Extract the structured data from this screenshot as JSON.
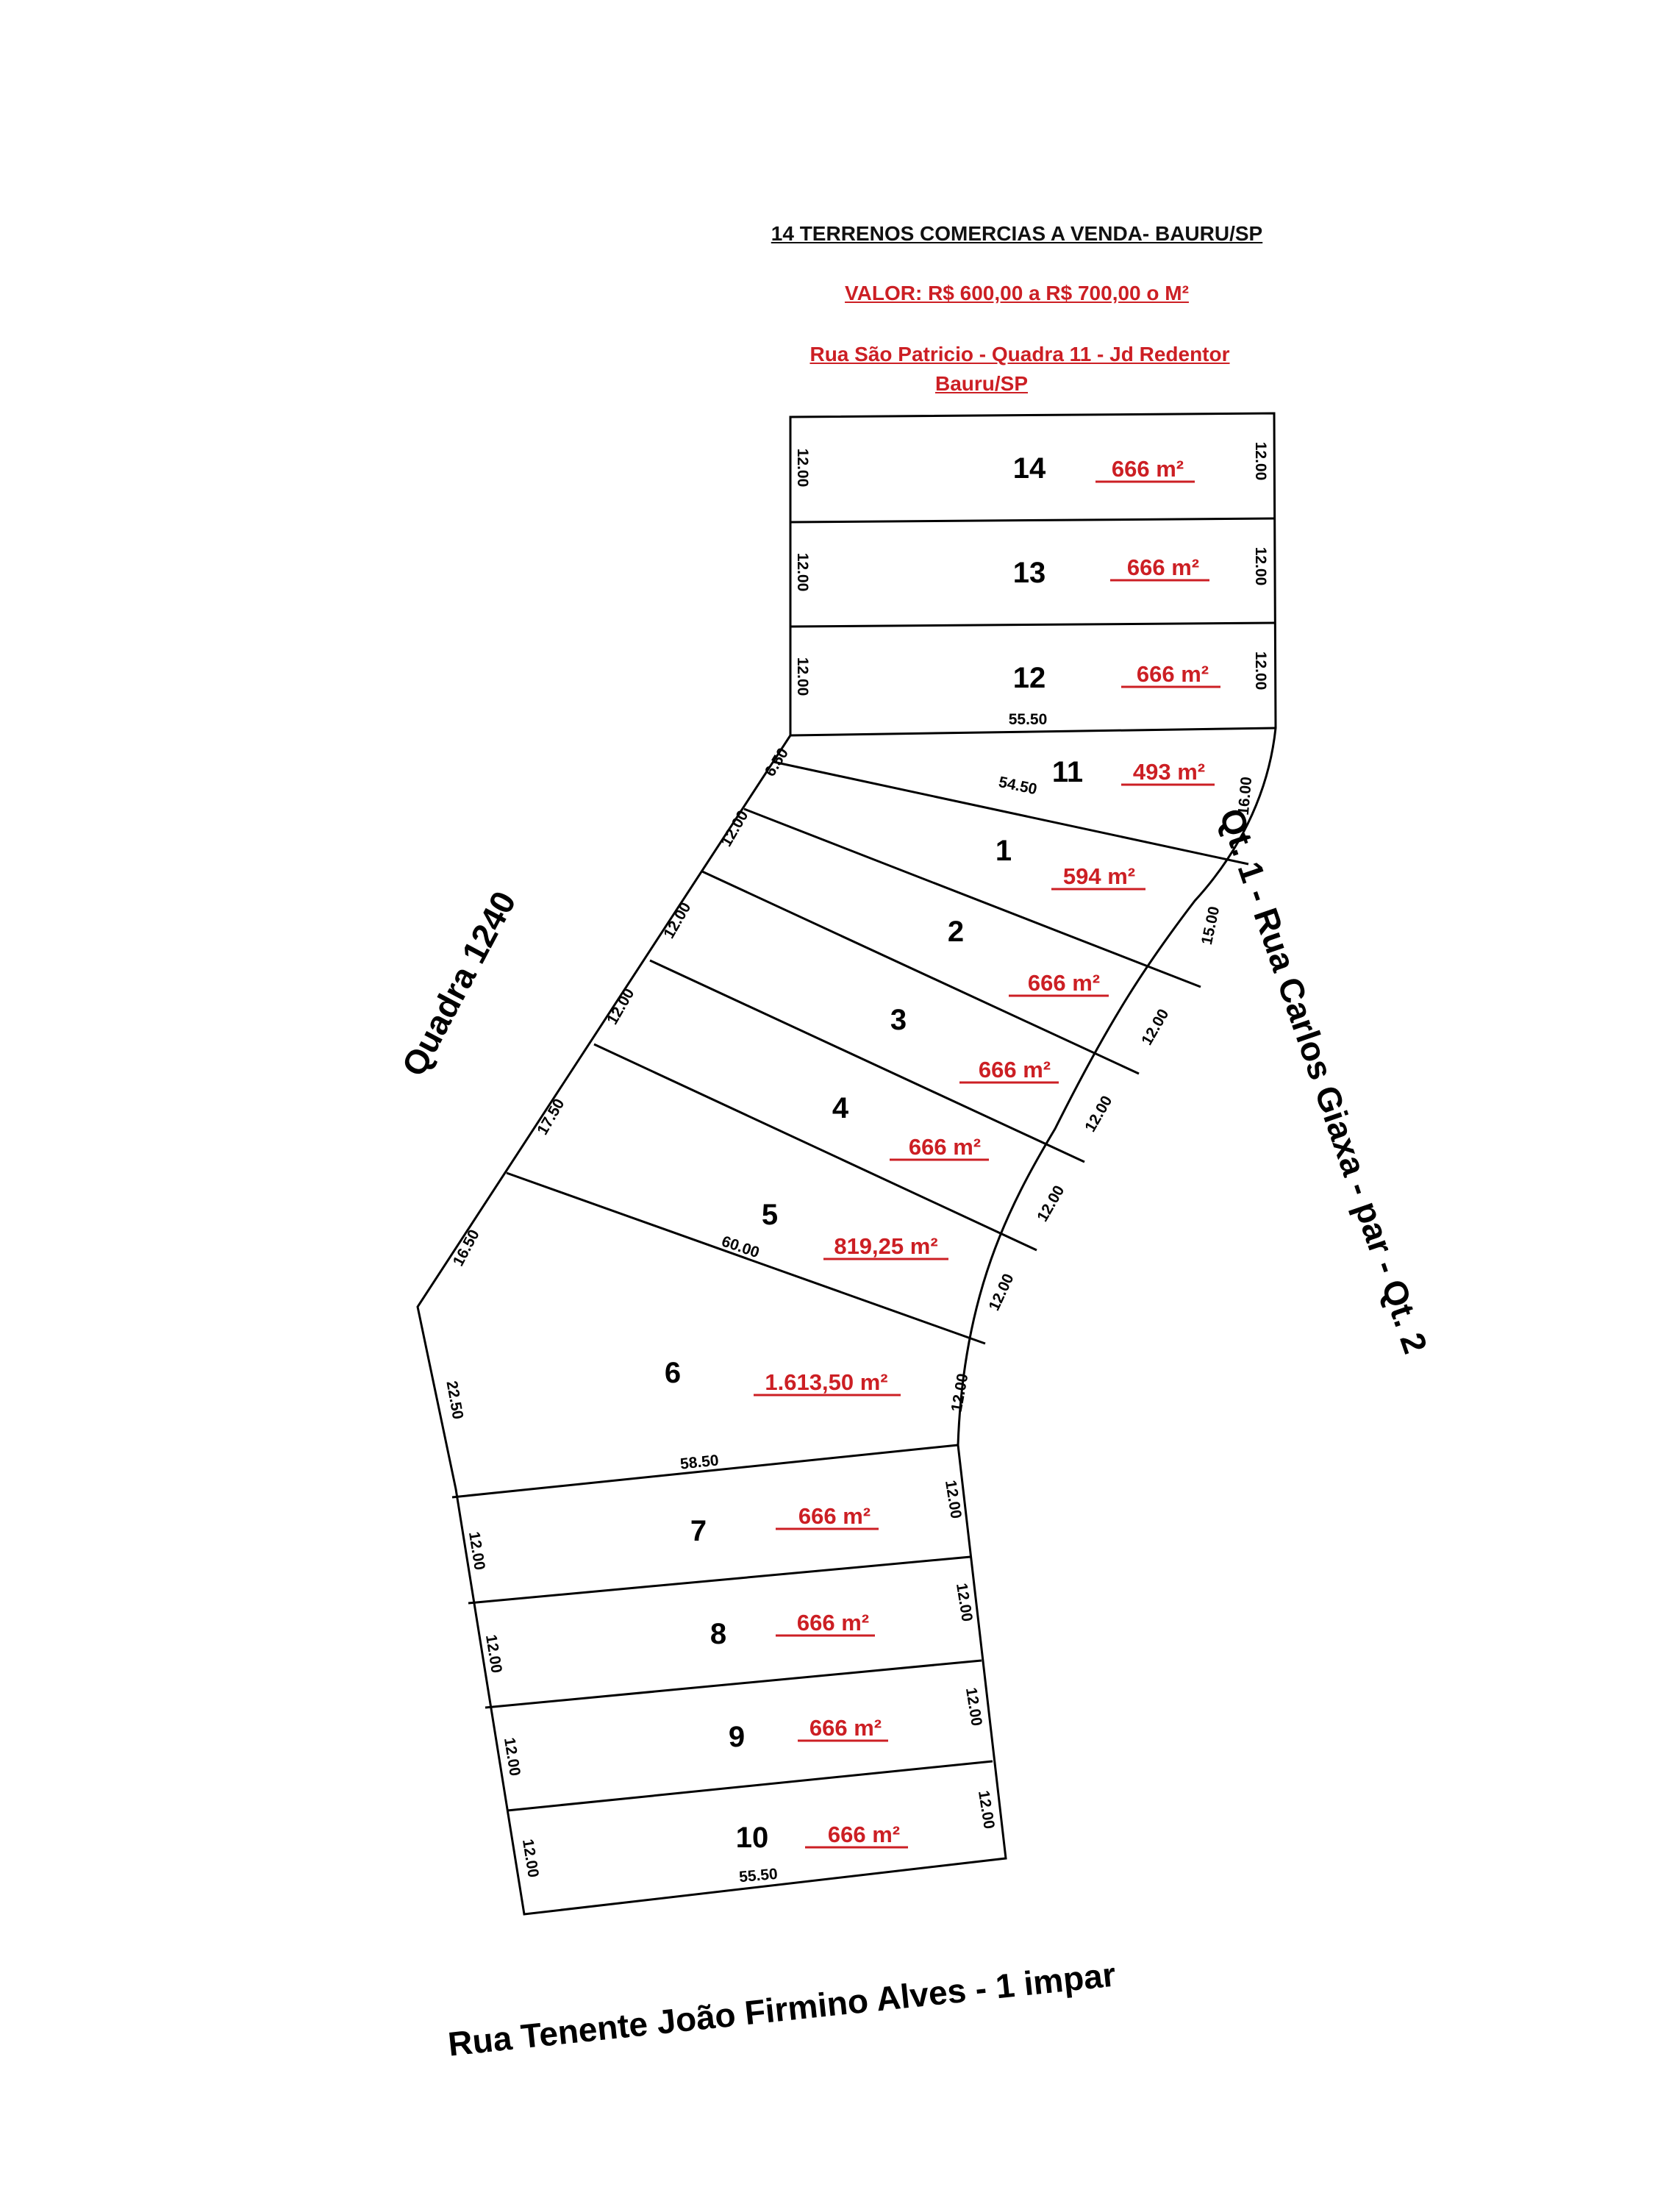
{
  "header": {
    "title": "14 TERRENOS COMERCIAS A VENDA- BAURU/SP",
    "price": "VALOR:  R$ 600,00 a  R$ 700,00 o  M²",
    "address_line1": "Rua São Patricio - Quadra 11 - Jd Redentor",
    "address_line2": "Bauru/SP"
  },
  "streets": {
    "left": "Quadra 1240",
    "right": "Qt. 1 - Rua Carlos Giaxa - par - Qt. 2",
    "bottom": "Rua Tenente João Firmino Alves - 1 impar"
  },
  "lots": [
    {
      "number": "14",
      "area": "666  m²"
    },
    {
      "number": "13",
      "area": "666  m²"
    },
    {
      "number": "12",
      "area": "666  m²"
    },
    {
      "number": "11",
      "area": "493  m²"
    },
    {
      "number": "1",
      "area": "594  m²"
    },
    {
      "number": "2",
      "area": "666  m²"
    },
    {
      "number": "3",
      "area": "666  m²"
    },
    {
      "number": "4",
      "area": "666  m²"
    },
    {
      "number": "5",
      "area": "819,25  m²"
    },
    {
      "number": "6",
      "area": "1.613,50  m²"
    },
    {
      "number": "7",
      "area": "666  m²"
    },
    {
      "number": "8",
      "area": "666  m²"
    },
    {
      "number": "9",
      "area": "666  m²"
    },
    {
      "number": "10",
      "area": "666  m²"
    }
  ],
  "dimensions": {
    "d_14_left": "12.00",
    "d_14_right": "12.00",
    "d_13_left": "12.00",
    "d_13_right": "12.00",
    "d_12_left": "12.00",
    "d_12_right": "12.00",
    "d_12_bottom": "55.50",
    "d_11_left": "6.50",
    "d_11_bottom": "54.50",
    "d_11_right": "16.00",
    "d_1_left": "12.00",
    "d_1_right": "15.00",
    "d_2_left": "12.00",
    "d_2_right": "12.00",
    "d_3_left": "12.00",
    "d_3_right": "12.00",
    "d_4_left": "17.50",
    "d_4_right": "12.00",
    "d_5_left": "16.50",
    "d_5_bottom": "60.00",
    "d_5_right": "12.00",
    "d_6_left": "22.50",
    "d_6_bottom": "58.50",
    "d_6_right": "12.00",
    "d_7_left": "12.00",
    "d_7_right": "12.00",
    "d_8_left": "12.00",
    "d_8_right": "12.00",
    "d_9_left": "12.00",
    "d_9_right": "12.00",
    "d_10_left": "12.00",
    "d_10_right": "12.00",
    "d_10_bottom": "55.50"
  },
  "colors": {
    "accent_red": "#cc1f24",
    "lines": "#000000"
  }
}
